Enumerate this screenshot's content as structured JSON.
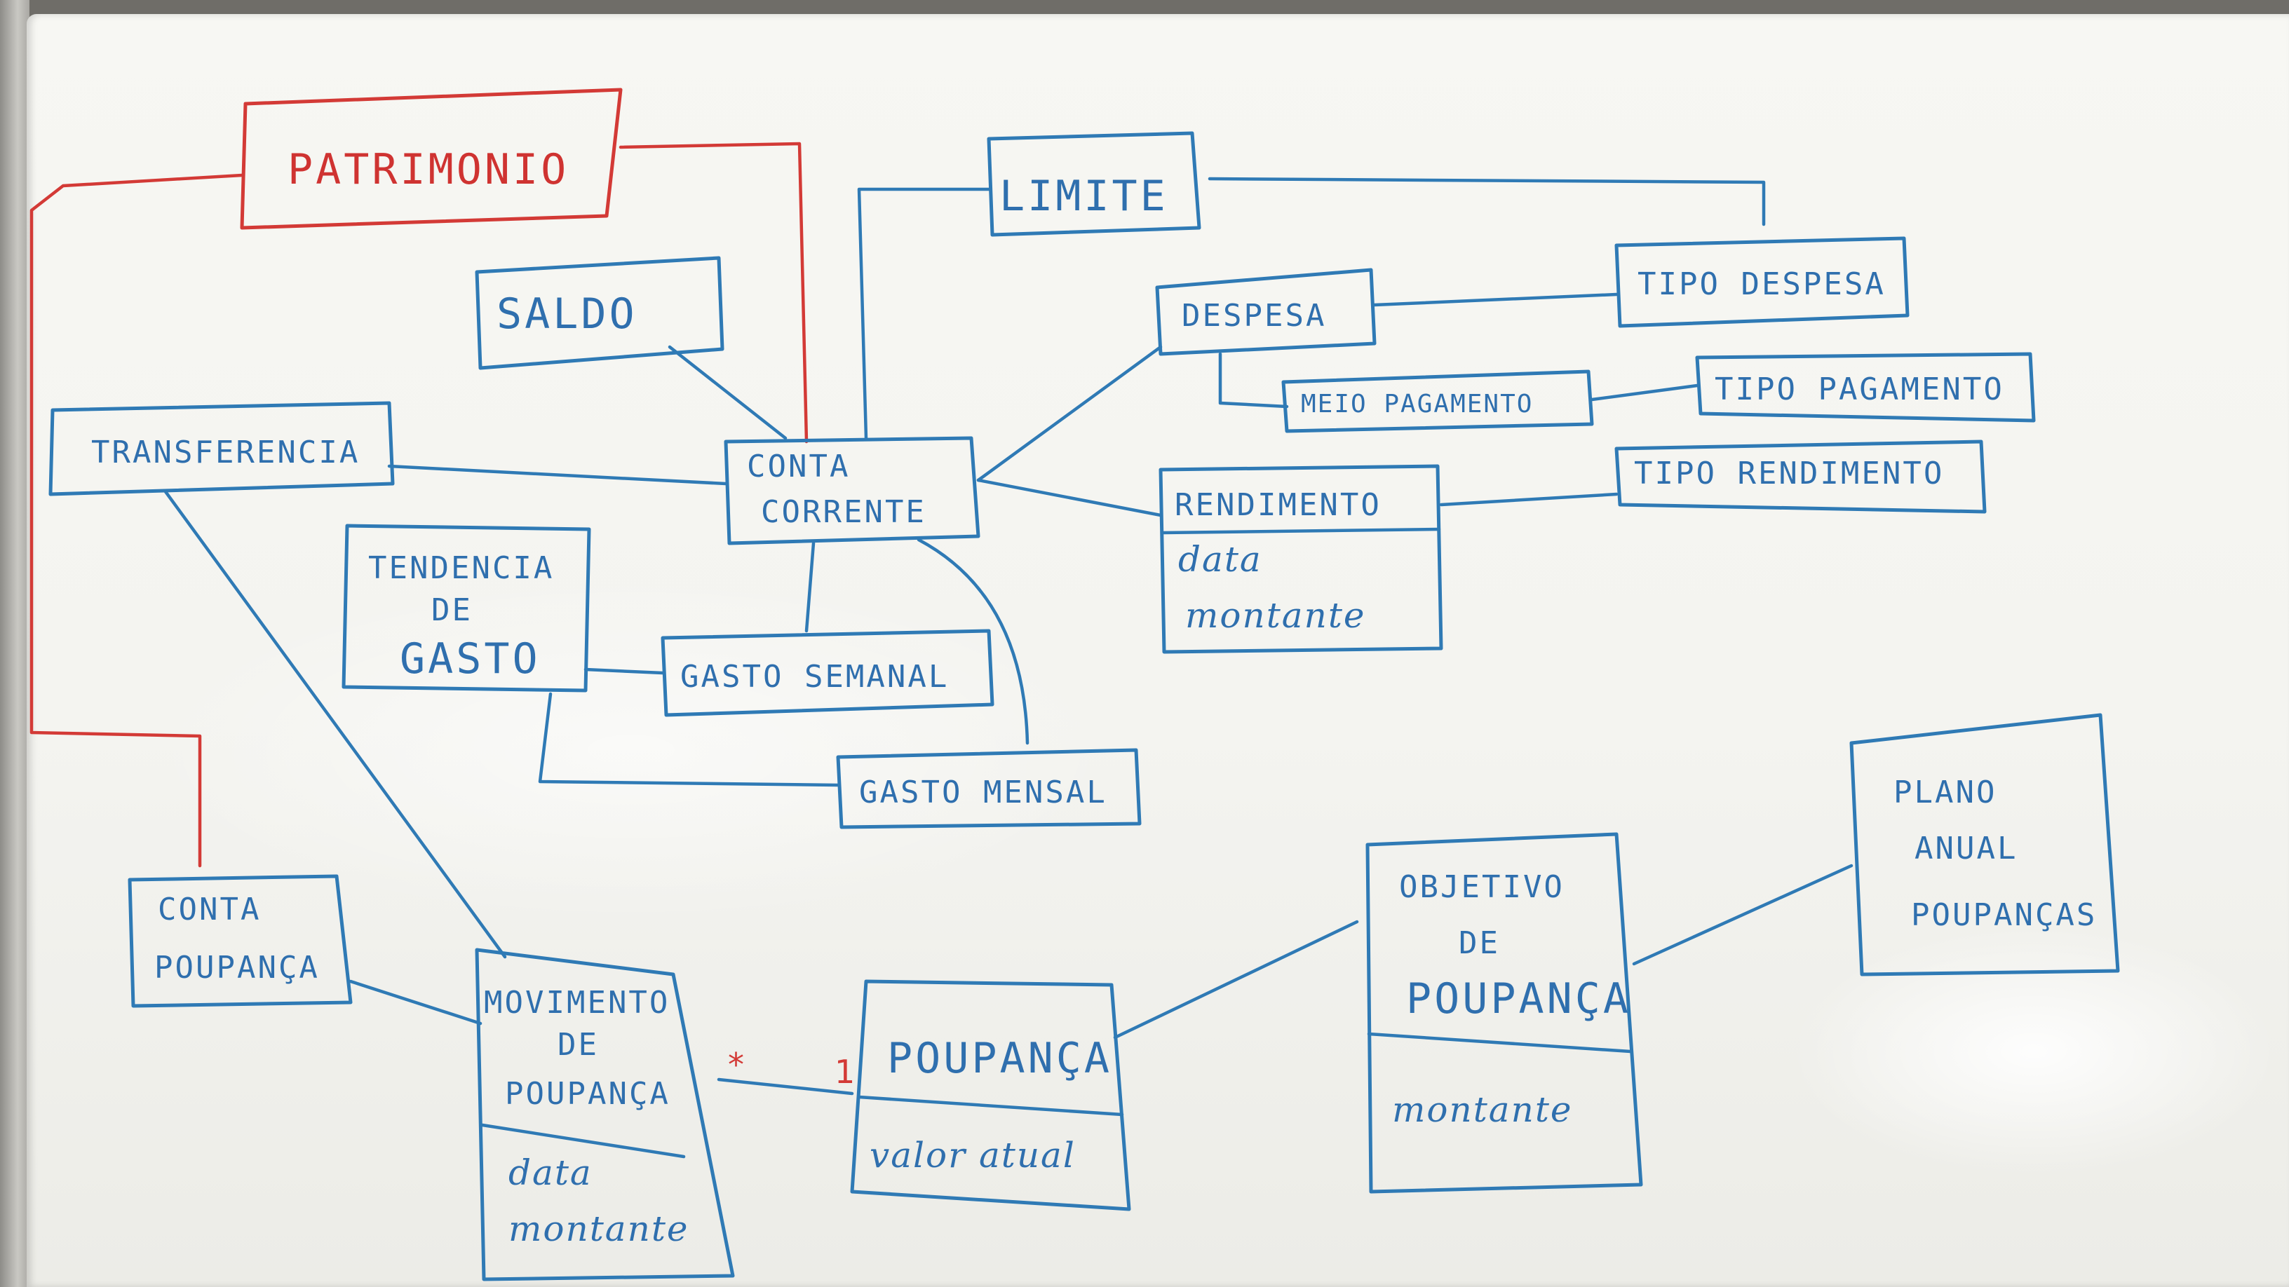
{
  "colors": {
    "blue_marker": "#2f7ab5",
    "red_marker": "#d33a36",
    "board": "#f5f5f1"
  },
  "entities": {
    "patrimonio": "PATRIMONIO",
    "saldo": "SALDO",
    "transferencia": "TRANSFERENCIA",
    "conta_corrente": [
      "CONTA",
      "CORRENTE"
    ],
    "limite": "LIMITE",
    "despesa": "DESPESA",
    "tipo_despesa": "TIPO DESPESA",
    "meio_pagamento": "MEIO PAGAMENTO",
    "tipo_pagamento": "TIPO PAGAMENTO",
    "rendimento": "RENDIMENTO",
    "rendimento_attrs": [
      "data",
      "montante"
    ],
    "tipo_rendimento": "TIPO RENDIMENTO",
    "tendencia_de_gasto": [
      "TENDENCIA",
      "DE",
      "GASTO"
    ],
    "gasto_semanal": "GASTO SEMANAL",
    "gasto_mensal": "GASTO MENSAL",
    "conta_poupanca": [
      "CONTA",
      "POUPANÇA"
    ],
    "movimento_de_poupanca": [
      "MOVIMENTO",
      "DE",
      "POUPANÇA"
    ],
    "movimento_attrs": [
      "data",
      "montante"
    ],
    "poupanca": "POUPANÇA",
    "poupanca_attrs": [
      "valor atual"
    ],
    "objetivo_de_poupanca": [
      "OBJETIVO",
      "DE",
      "POUPANÇA"
    ],
    "objetivo_attrs": [
      "montante"
    ],
    "plano_anual_poupancas": [
      "PLANO",
      "ANUAL",
      "POUPANÇAS"
    ]
  },
  "cardinality": {
    "many": "*",
    "one": "1"
  }
}
